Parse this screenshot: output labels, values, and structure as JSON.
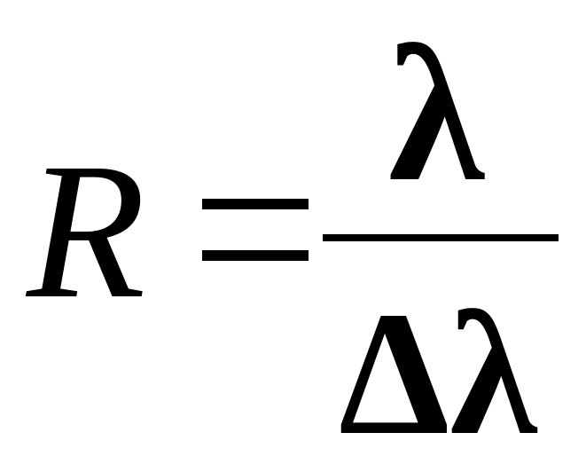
{
  "equation": {
    "lhs": "R",
    "operator": "=",
    "numerator": "λ",
    "denominator": "Δλ"
  }
}
